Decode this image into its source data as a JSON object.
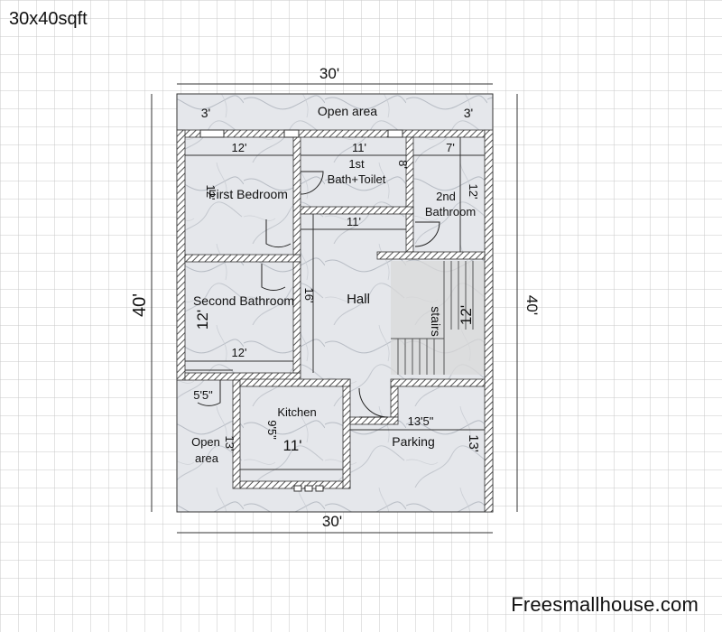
{
  "page_title": "30x40sqft",
  "watermark": "Freesmallhouse.com",
  "dimensions": {
    "top_width": "30'",
    "bottom_width": "30'",
    "left_depth": "40'",
    "right_depth": "40'",
    "open_strip_left": "3'",
    "open_strip_right": "3'",
    "first_bedroom_width": "12'",
    "first_bedroom_depth": "12'",
    "bath_width": "11'",
    "bath_depth": "8'",
    "bath2_width": "7'",
    "bath2_depth": "12'",
    "hall_width": "11'",
    "hall_depth": "16'",
    "second_bath_depth": "12'",
    "second_bath_width": "12'",
    "stairs_depth": "12'",
    "passage_width": "5'5\"",
    "kitchen_depth": "9'5\"",
    "kitchen_width": "11'",
    "open_area_depth": "13'",
    "parking_width": "13'5\"",
    "parking_depth": "13'"
  },
  "rooms": {
    "open_area_top": "Open area",
    "first_bedroom": "First Bedroom",
    "bath_line1": "1st",
    "bath_line2": "Bath+Toilet",
    "bath2_line1": "2nd",
    "bath2_line2": "Bathroom",
    "second_bathroom": "Second Bathroom",
    "hall": "Hall",
    "stairs": "stairs",
    "kitchen": "Kitchen",
    "open_area_bottom_line1": "Open",
    "open_area_bottom_line2": "area",
    "parking": "Parking"
  },
  "colors": {
    "wall": "#555555",
    "grid": "#c9c9c9",
    "floor": "#e4e6ea"
  }
}
